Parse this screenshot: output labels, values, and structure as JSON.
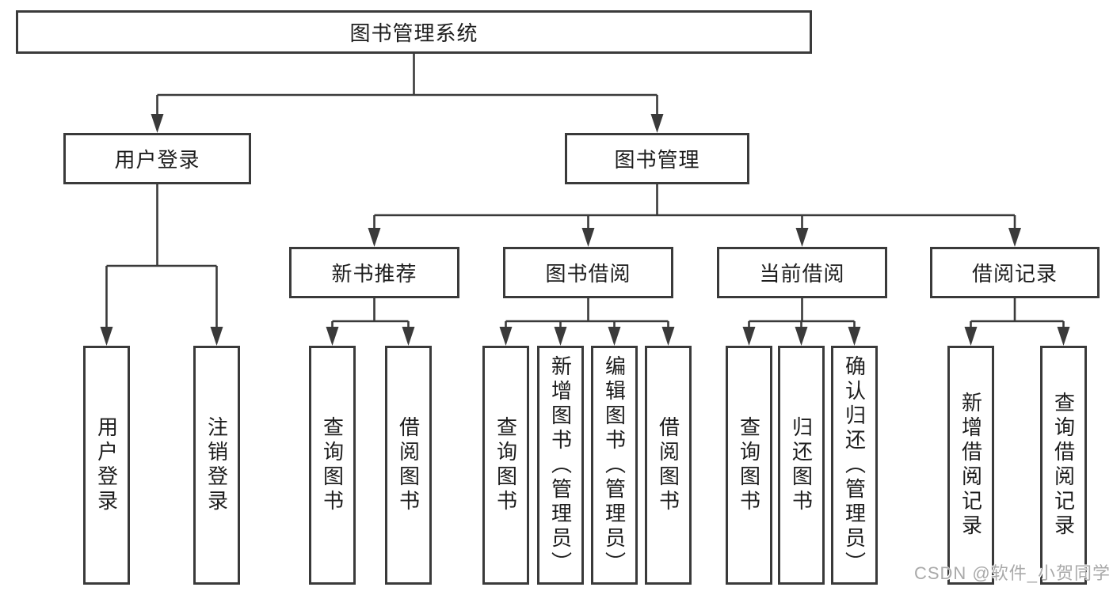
{
  "colors": {
    "line": "#3a3a3a",
    "text": "#1d1d1d",
    "watermark": "#a9a9a9",
    "background": "#ffffff"
  },
  "tree": {
    "root": "图书管理系统",
    "user_login": {
      "label": "用户登录",
      "leaves": [
        "用户登录",
        "注销登录"
      ]
    },
    "book_management": {
      "label": "图书管理",
      "groups": [
        {
          "label": "新书推荐",
          "leaves": [
            "查询图书",
            "借阅图书"
          ]
        },
        {
          "label": "图书借阅",
          "leaves": [
            "查询图书",
            "新增图书（管理员）",
            "编辑图书（管理员）",
            "借阅图书"
          ]
        },
        {
          "label": "当前借阅",
          "leaves": [
            "查询图书",
            "归还图书",
            "确认归还（管理员）"
          ]
        },
        {
          "label": "借阅记录",
          "leaves": [
            "新增借阅记录",
            "查询借阅记录"
          ]
        }
      ]
    }
  },
  "watermark": {
    "text": "CSDN @软件_小贺同学"
  }
}
